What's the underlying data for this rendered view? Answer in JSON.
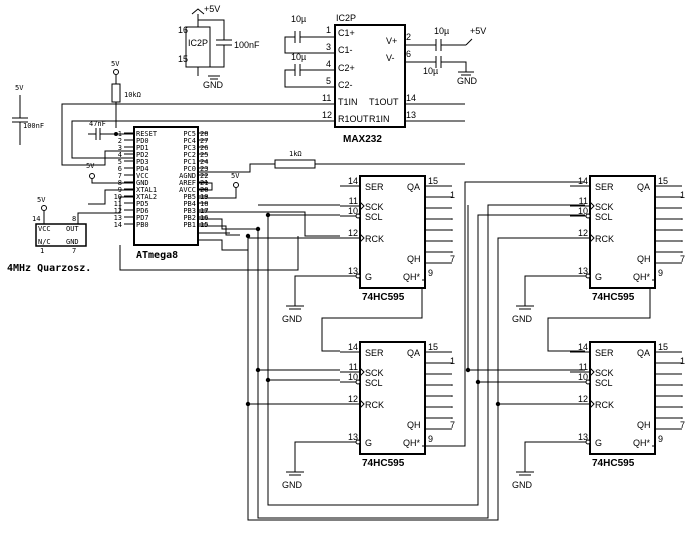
{
  "power": {
    "plus5v": "+5V",
    "v5": "5V",
    "gnd": "GND"
  },
  "caps": {
    "c100nf": "100nF",
    "c10u": "10µ",
    "c47nf": "47nF"
  },
  "resistors": {
    "r10k": "10kΩ",
    "r1k": "1kΩ"
  },
  "ic2p_power": {
    "name": "IC2P",
    "pin_top": "16",
    "pin_bot": "15"
  },
  "max232": {
    "ref": "IC2P",
    "name": "MAX232",
    "left_pins": [
      {
        "num": "1",
        "label": "C1+"
      },
      {
        "num": "3",
        "label": "C1-"
      },
      {
        "num": "4",
        "label": "C2+"
      },
      {
        "num": "5",
        "label": "C2-"
      },
      {
        "num": "11",
        "label": "T1IN"
      },
      {
        "num": "12",
        "label": "R1OUT"
      }
    ],
    "right_pins": [
      {
        "num": "2",
        "label": "V+"
      },
      {
        "num": "6",
        "label": "V-"
      },
      {
        "num": "14",
        "label": "T1OUT"
      },
      {
        "num": "13",
        "label": "R1IN"
      }
    ]
  },
  "atmega": {
    "name": "ATmega8",
    "left_labels": [
      "RESET",
      "PD0",
      "PD1",
      "PD2",
      "PD3",
      "PD4",
      "VCC",
      "GND",
      "XTAL1",
      "XTAL2",
      "PD5",
      "PD6",
      "PD7",
      "PB0"
    ],
    "left_nums": [
      "1",
      "2",
      "3",
      "4",
      "5",
      "6",
      "7",
      "8",
      "9",
      "10",
      "11",
      "12",
      "13",
      "14"
    ],
    "right_labels": [
      "PC5",
      "PC4",
      "PC3",
      "PC2",
      "PC1",
      "PC0",
      "AGND",
      "AREF",
      "AVCC",
      "PB5",
      "PB4",
      "PB3",
      "PB2",
      "PB1"
    ],
    "right_nums": [
      "28",
      "27",
      "26",
      "25",
      "24",
      "23",
      "22",
      "21",
      "20",
      "19",
      "18",
      "17",
      "16",
      "15"
    ]
  },
  "quartz": {
    "label": "4MHz Quarzosz.",
    "pin14": "14",
    "pin8": "8",
    "pin1": "1",
    "pin7": "7",
    "vcc": "VCC",
    "out": "OUT",
    "nc": "N/C",
    "gnd": "GND"
  },
  "shift": {
    "name": "74HC595",
    "pins": {
      "ser": "SER",
      "sck": "SCK",
      "scl": "SCL",
      "rck": "RCK",
      "g": "G",
      "qa": "QA",
      "qh": "QH",
      "qhs": "QH*",
      "n14": "14",
      "n11": "11",
      "n10": "10",
      "n12": "12",
      "n13": "13",
      "n15": "15",
      "n1": "1",
      "n7": "7",
      "n9": "9"
    }
  }
}
